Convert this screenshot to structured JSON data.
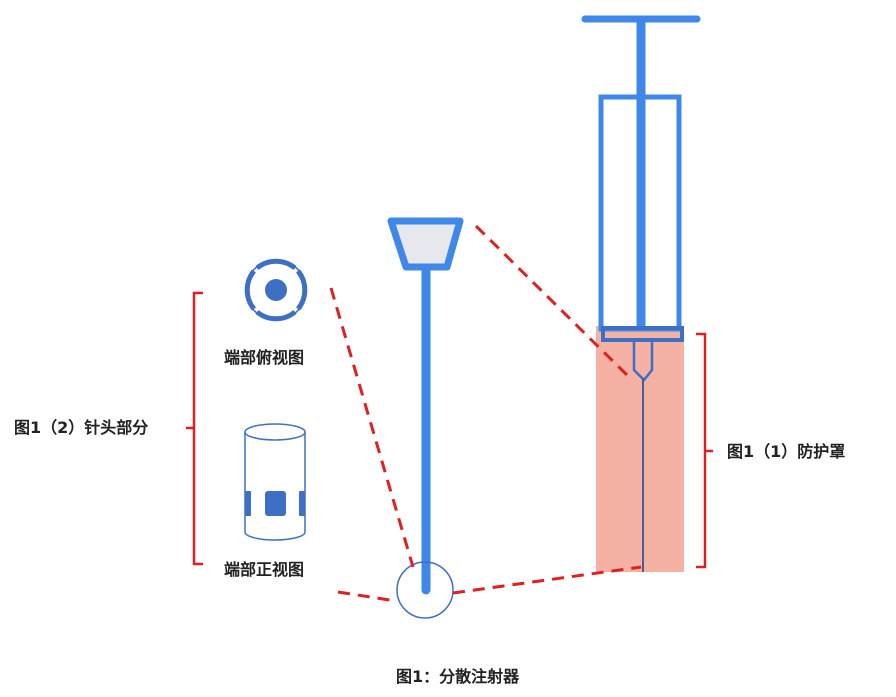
{
  "labels": {
    "top_view": "端部俯视图",
    "front_view": "端部正视图",
    "needle_part": "图1（2）针头部分",
    "protective_cover": "图1（1）防护罩",
    "caption": "图1：分散注射器"
  },
  "colors": {
    "blue": "#3f87e8",
    "dark_blue": "#3d6fc4",
    "red_dash": "#e02020",
    "cover_fill": "#f4a99a",
    "funnel_fill": "#e6e8ee"
  }
}
